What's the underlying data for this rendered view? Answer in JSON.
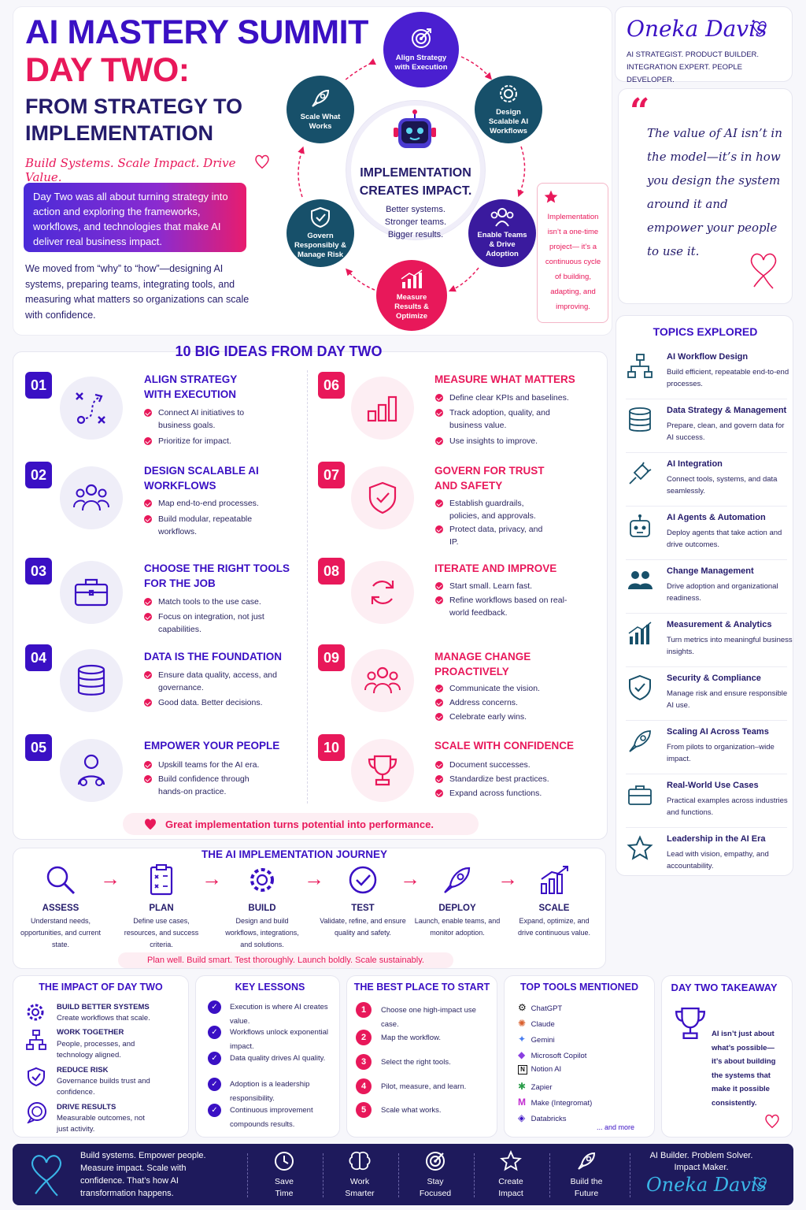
{
  "header": {
    "title_line1": "AI MASTERY SUMMIT",
    "title_line2": "DAY TWO:",
    "subtitle_line1": "FROM STRATEGY TO",
    "subtitle_line2": "IMPLEMENTATION",
    "tagline": "Build Systems. Scale Impact. Drive Value.",
    "banner": "Day Two was all about turning strategy into action and exploring the frameworks, workflows, and technologies that make AI deliver real business impact.",
    "intro": "We moved from “why” to “how”—designing AI systems, preparing teams, integrating tools, and measuring what matters so organizations can scale with confidence."
  },
  "cycle": {
    "center_title_line1": "IMPLEMENTATION",
    "center_title_line2": "CREATES IMPACT.",
    "center_lines": [
      "Better systems.",
      "Stronger teams.",
      "Bigger results."
    ],
    "nodes": [
      {
        "label": "Align Strategy with Execution",
        "icon": "target-icon",
        "color": "#4a1fd0"
      },
      {
        "label": "Design Scalable AI Workflows",
        "icon": "gear-icon",
        "color": "#17506a"
      },
      {
        "label": "Enable Teams & Drive Adoption",
        "icon": "people-icon",
        "color": "#3a1a9e"
      },
      {
        "label": "Measure Results & Optimize",
        "icon": "chart-icon",
        "color": "#e8185a"
      },
      {
        "label": "Govern Responsibly & Manage Risk",
        "icon": "shield-icon",
        "color": "#17506a"
      },
      {
        "label": "Scale What Works",
        "icon": "rocket-icon",
        "color": "#17506a"
      }
    ],
    "note": "Implementation isn’t a one-time project— it’s a continuous cycle of building, adapting, and improving."
  },
  "author": {
    "name": "Oneka Davis",
    "roles": "AI STRATEGIST. PRODUCT BUILDER. INTEGRATION EXPERT. PEOPLE DEVELOPER.",
    "quote": "The value of AI isn’t in the model—it’s in how you design the system around it and empower your people to use it."
  },
  "topics": {
    "heading": "TOPICS EXPLORED",
    "items": [
      {
        "title": "AI Workflow Design",
        "desc": "Build efficient, repeatable end-to-end processes.",
        "icon": "flowchart-icon"
      },
      {
        "title": "Data Strategy & Management",
        "desc": "Prepare, clean, and govern data for AI success.",
        "icon": "database-icon"
      },
      {
        "title": "AI Integration",
        "desc": "Connect tools, systems, and data seamlessly.",
        "icon": "plug-icon"
      },
      {
        "title": "AI Agents & Automation",
        "desc": "Deploy agents that take action and drive outcomes.",
        "icon": "robot-icon"
      },
      {
        "title": "Change Management",
        "desc": "Drive adoption and organizational readiness.",
        "icon": "people-icon"
      },
      {
        "title": "Measurement & Analytics",
        "desc": "Turn metrics into meaningful business insights.",
        "icon": "chart-icon"
      },
      {
        "title": "Security & Compliance",
        "desc": "Manage risk and ensure responsible AI use.",
        "icon": "shield-icon"
      },
      {
        "title": "Scaling AI Across Teams",
        "desc": "From pilots to organization–wide impact.",
        "icon": "rocket-icon"
      },
      {
        "title": "Real-World Use Cases",
        "desc": "Practical examples across industries and functions.",
        "icon": "briefcase-icon"
      },
      {
        "title": "Leadership in the AI Era",
        "desc": "Lead with vision, empathy, and accountability.",
        "icon": "star-icon"
      }
    ]
  },
  "ideas": {
    "heading": "10 BIG IDEAS FROM DAY TWO",
    "footer": "Great implementation turns potential into performance.",
    "items": [
      {
        "num": "01",
        "title": "ALIGN STRATEGY WITH EXECUTION",
        "bullets": [
          "Connect AI initiatives to business goals.",
          "Prioritize for impact."
        ],
        "icon": "strategy-icon"
      },
      {
        "num": "02",
        "title": "DESIGN SCALABLE AI WORKFLOWS",
        "bullets": [
          "Map end-to-end processes.",
          "Build modular, repeatable workflows."
        ],
        "icon": "people-icon"
      },
      {
        "num": "03",
        "title": "CHOOSE THE RIGHT TOOLS FOR THE JOB",
        "bullets": [
          "Match tools to the use case.",
          "Focus on integration, not just capabilities."
        ],
        "icon": "briefcase-icon"
      },
      {
        "num": "04",
        "title": "DATA IS THE FOUNDATION",
        "bullets": [
          "Ensure data quality, access, and governance.",
          "Good data. Better decisions."
        ],
        "icon": "database-icon"
      },
      {
        "num": "05",
        "title": "EMPOWER YOUR PEOPLE",
        "bullets": [
          "Upskill teams for the AI era.",
          "Build confidence through hands-on practice."
        ],
        "icon": "person-icon"
      },
      {
        "num": "06",
        "title": "MEASURE WHAT MATTERS",
        "bullets": [
          "Define clear KPIs and baselines.",
          "Track adoption, quality, and business value.",
          "Use insights to improve."
        ],
        "icon": "bars-icon"
      },
      {
        "num": "07",
        "title": "GOVERN FOR TRUST AND SAFETY",
        "bullets": [
          "Establish guardrails, policies, and approvals.",
          "Protect data, privacy, and IP."
        ],
        "icon": "shield-icon"
      },
      {
        "num": "08",
        "title": "ITERATE AND IMPROVE",
        "bullets": [
          "Start small. Learn fast.",
          "Refine workflows based on real-world feedback."
        ],
        "icon": "refresh-icon"
      },
      {
        "num": "09",
        "title": "MANAGE CHANGE PROACTIVELY",
        "bullets": [
          "Communicate the vision.",
          "Address concerns.",
          "Celebrate early wins."
        ],
        "icon": "people-icon"
      },
      {
        "num": "10",
        "title": "SCALE WITH CONFIDENCE",
        "bullets": [
          "Document successes.",
          "Standardize best practices.",
          "Expand across functions."
        ],
        "icon": "trophy-icon"
      }
    ]
  },
  "journey": {
    "heading": "THE AI IMPLEMENTATION JOURNEY",
    "tagline": "Plan well. Build smart. Test thoroughly. Launch boldly. Scale sustainably.",
    "steps": [
      {
        "name": "ASSESS",
        "desc": "Understand needs, opportunities, and current state.",
        "icon": "magnifier-icon"
      },
      {
        "name": "PLAN",
        "desc": "Define use cases, resources, and success criteria.",
        "icon": "clipboard-icon"
      },
      {
        "name": "BUILD",
        "desc": "Design and build workflows, integrations, and solutions.",
        "icon": "gear-icon"
      },
      {
        "name": "TEST",
        "desc": "Validate, refine, and ensure quality and safety.",
        "icon": "check-circle-icon"
      },
      {
        "name": "DEPLOY",
        "desc": "Launch, enable teams, and monitor adoption.",
        "icon": "rocket-icon"
      },
      {
        "name": "SCALE",
        "desc": "Expand, optimize, and drive continuous value.",
        "icon": "growth-chart-icon"
      }
    ]
  },
  "impact": {
    "heading": "THE IMPACT OF DAY TWO",
    "items": [
      {
        "title": "BUILD BETTER SYSTEMS",
        "desc": "Create workflows that scale.",
        "icon": "gear-icon"
      },
      {
        "title": "WORK TOGETHER",
        "desc": "People, processes, and technology aligned.",
        "icon": "flowchart-icon"
      },
      {
        "title": "REDUCE RISK",
        "desc": "Governance builds trust and confidence.",
        "icon": "shield-icon"
      },
      {
        "title": "DRIVE RESULTS",
        "desc": "Measurable outcomes, not just activity.",
        "icon": "chat-icon"
      }
    ]
  },
  "lessons": {
    "heading": "KEY LESSONS",
    "items": [
      "Execution is where AI creates value.",
      "Workflows unlock exponential impact.",
      "Data quality drives AI quality.",
      "Adoption is a leadership responsibility.",
      "Continuous improvement compounds results."
    ]
  },
  "start": {
    "heading": "THE BEST PLACE TO START",
    "items": [
      "Choose one high-impact use case.",
      "Map the workflow.",
      "Select the right tools.",
      "Pilot, measure, and learn.",
      "Scale what works."
    ]
  },
  "tools": {
    "heading": "TOP TOOLS MENTIONED",
    "items": [
      {
        "name": "ChatGPT",
        "color": "#111111"
      },
      {
        "name": "Claude",
        "color": "#d9602e"
      },
      {
        "name": "Gemini",
        "color": "#4a7ef0"
      },
      {
        "name": "Microsoft Copilot",
        "color": "#8a3ee0"
      },
      {
        "name": "Notion AI",
        "color": "#111111"
      },
      {
        "name": "Zapier",
        "color": "#2a9d4a"
      },
      {
        "name": "Make (Integromat)",
        "color": "#c22ad0"
      },
      {
        "name": "Databricks",
        "color": "#3a10c4"
      }
    ],
    "more": "... and more"
  },
  "takeaway": {
    "heading": "DAY TWO TAKEAWAY",
    "text": "AI isn’t just about what’s possible— it’s about building the systems that make it possible consistently."
  },
  "footer": {
    "message": "Build systems. Empower people. Measure impact. Scale with confidence. That’s how AI transformation happens.",
    "items": [
      {
        "label": "Save Time",
        "icon": "clock-icon"
      },
      {
        "label": "Work Smarter",
        "icon": "brain-icon"
      },
      {
        "label": "Stay Focused",
        "icon": "target-icon"
      },
      {
        "label": "Create Impact",
        "icon": "star-icon"
      },
      {
        "label": "Build the Future",
        "icon": "rocket-icon"
      }
    ],
    "signoff": "AI Builder. Problem Solver. Impact Maker.",
    "signature": "Oneka Davis"
  },
  "colors": {
    "primary": "#3a10c4",
    "accent": "#e8185a",
    "navy": "#1e1a5c",
    "teal": "#17506a"
  }
}
